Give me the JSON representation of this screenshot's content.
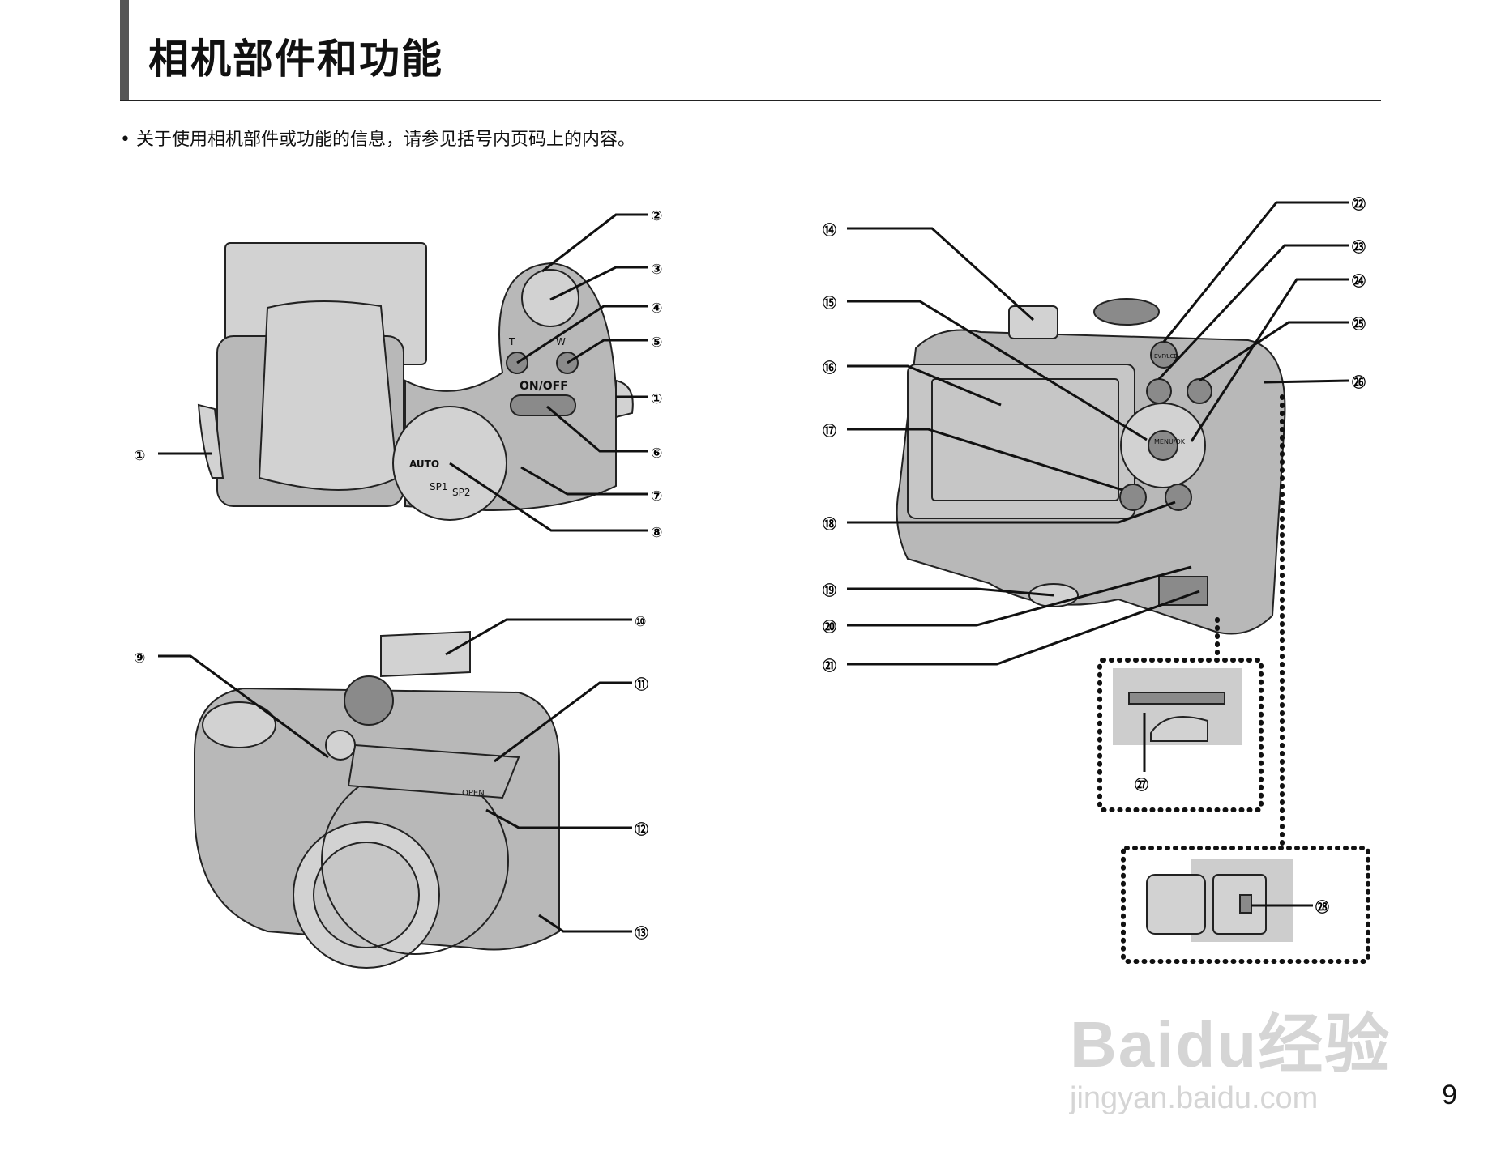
{
  "header": {
    "title": "相机部件和功能",
    "subtitle": "• 关于使用相机部件或功能的信息，请参见括号内页码上的内容。"
  },
  "callouts": [
    "①",
    "②",
    "③",
    "④",
    "⑤",
    "⑥",
    "⑦",
    "⑧",
    "⑨",
    "⑩",
    "⑪",
    "⑫",
    "⑬",
    "⑭",
    "⑮",
    "⑯",
    "⑰",
    "⑱",
    "⑲",
    "⑳",
    "㉑",
    "㉒",
    "㉓",
    "㉔",
    "㉕",
    "㉖",
    "㉗",
    "㉘"
  ],
  "camera_labels": {
    "on_off": "ON/OFF",
    "auto": "AUTO",
    "t": "T",
    "w": "W",
    "sp1": "SP1",
    "sp2": "SP2",
    "evf_lcd": "EVF/LCD",
    "menu_ok": "MENU/OK",
    "open": "OPEN"
  },
  "watermark": {
    "line1": "Baidu经验",
    "line2": "jingyan.baidu.com"
  },
  "page_number": "9"
}
